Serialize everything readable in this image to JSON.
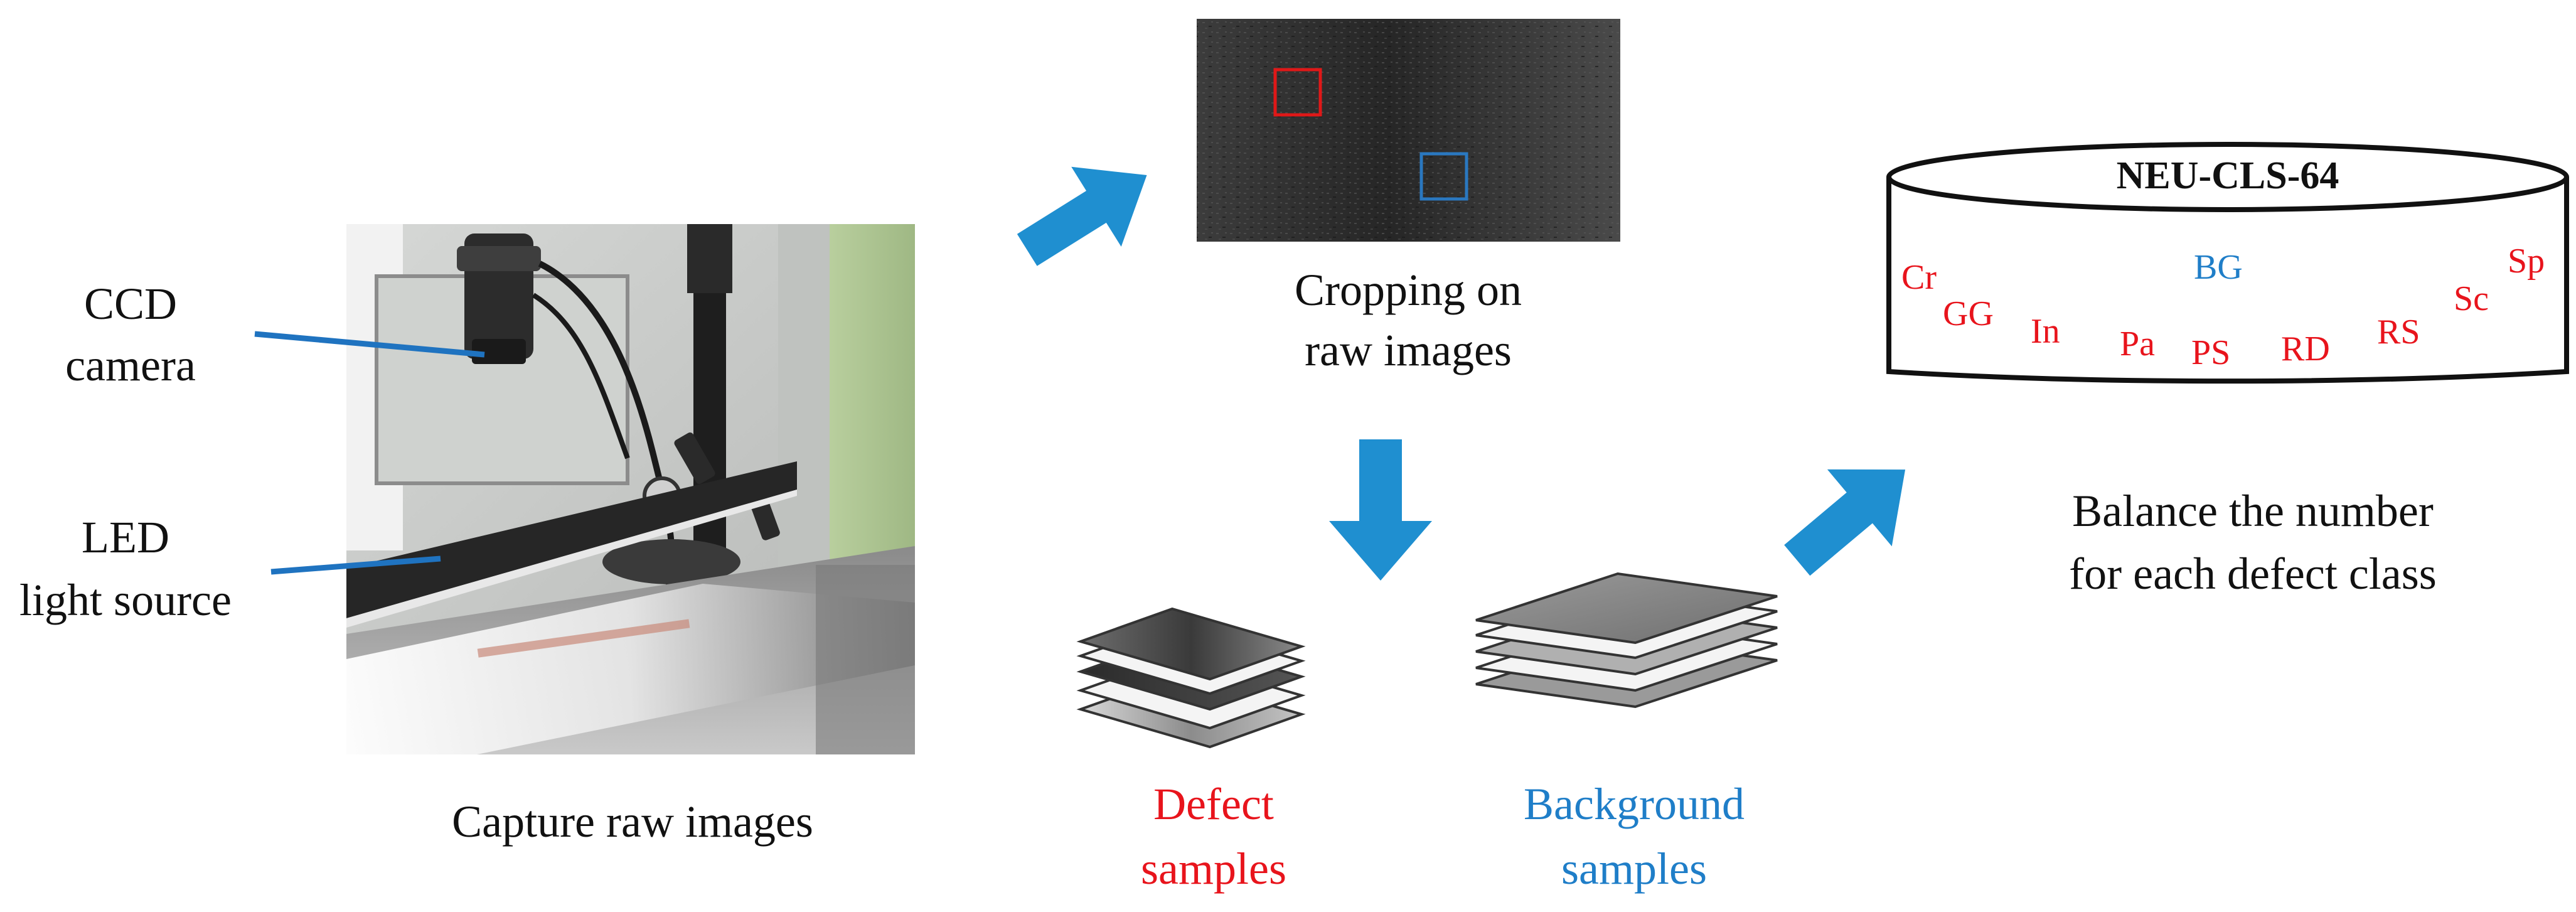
{
  "camera_label": {
    "line1": "CCD",
    "line2": "camera"
  },
  "light_label": {
    "line1": "LED",
    "line2": "light source"
  },
  "capture_caption": "Capture raw images",
  "crop_caption": {
    "line1": "Cropping on",
    "line2": "raw images"
  },
  "defect_caption": {
    "line1": "Defect",
    "line2": "samples"
  },
  "background_caption": {
    "line1": "Background",
    "line2": "samples"
  },
  "dataset": {
    "title": "NEU-CLS-64",
    "classes": {
      "cr": "Cr",
      "gg": "GG",
      "in": "In",
      "pa": "Pa",
      "ps": "PS",
      "rd": "RD",
      "rs": "RS",
      "sc": "Sc",
      "sp": "Sp",
      "bg": "BG"
    }
  },
  "balance_caption": {
    "line1": "Balance the number",
    "line2": "for each defect class"
  },
  "colors": {
    "arrow": "#1f8fd0",
    "leader": "#1f73c0",
    "defect": "#e8141c",
    "background": "#1f7ec8",
    "crop_red": "#e01818",
    "crop_blue": "#2a78c0",
    "text": "#111111"
  }
}
